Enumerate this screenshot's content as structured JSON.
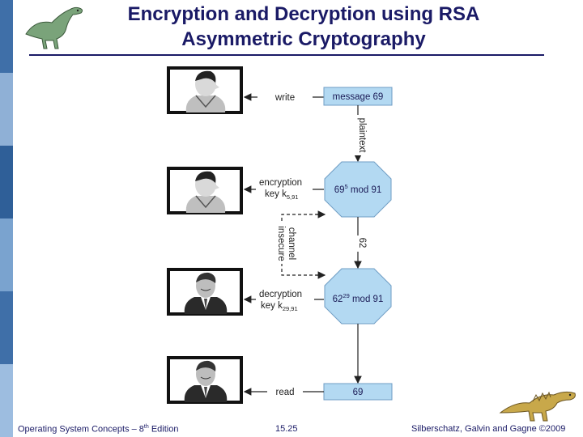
{
  "slide": {
    "title_line1": "Encryption and Decryption using RSA",
    "title_line2": "Asymmetric Cryptography"
  },
  "diagram": {
    "write_label": "write",
    "message_box": "message 69",
    "plaintext_label": "plaintext",
    "encryption_label": "encryption",
    "key_prefix": "key k",
    "enc_key_subscript": "5,91",
    "enc_op_base": "69",
    "enc_op_exp": "5",
    "enc_op_rest": " mod 91",
    "insecure_label": "insecure",
    "channel_label": "channel",
    "ciphertext_value": "62",
    "decryption_label": "decryption",
    "dec_key_subscript": "29,91",
    "dec_op_base": "62",
    "dec_op_exp": "29",
    "dec_op_rest": " mod 91",
    "read_label": "read",
    "result_box": "69"
  },
  "footer": {
    "left_prefix": "Operating System Concepts – 8",
    "left_sup": "th",
    "left_suffix": " Edition",
    "center": "15.25",
    "right": "Silberschatz, Galvin and Gagne ©2009"
  },
  "colors": {
    "title": "#1a1a66",
    "box_fill": "#b3d9f2",
    "sidebar": [
      "#3f6fa8",
      "#8fb0d6",
      "#2f5f98",
      "#7aa3cf",
      "#3f6fa8",
      "#9dbde0"
    ]
  }
}
